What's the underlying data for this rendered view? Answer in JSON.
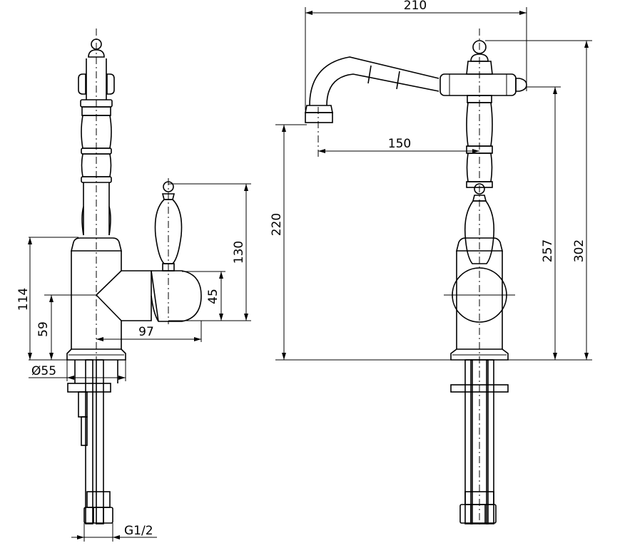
{
  "dimensions": {
    "side_view": {
      "height_body": "114",
      "height_lever_axis": "59",
      "diameter_base": "Ø55",
      "lever_reach": "97",
      "lever_height": "130",
      "lever_hub_height": "45",
      "connection_thread": "G1/2"
    },
    "front_view": {
      "total_width": "210",
      "spout_reach": "150",
      "spout_height": "220",
      "handle_height": "257",
      "total_height": "302"
    }
  }
}
